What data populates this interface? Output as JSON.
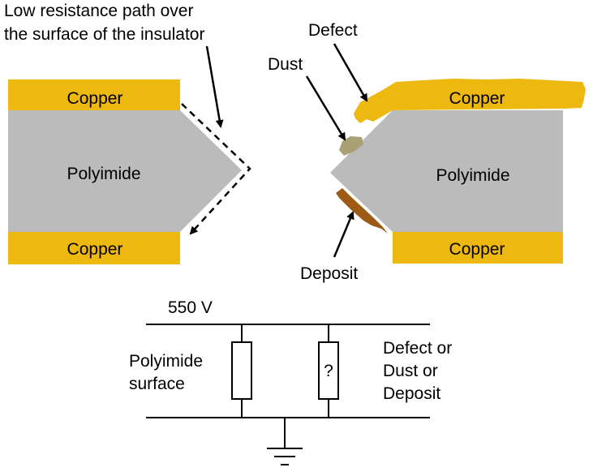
{
  "annotations": {
    "path_line1": "Low resistance path over",
    "path_line2": "the surface of the insulator",
    "defect": "Defect",
    "dust": "Dust",
    "deposit": "Deposit"
  },
  "left_electrode": {
    "top": "Copper",
    "middle": "Polyimide",
    "bottom": "Copper"
  },
  "right_electrode": {
    "top": "Copper",
    "middle": "Polyimide",
    "bottom": "Copper"
  },
  "circuit": {
    "voltage": "550 V",
    "left_label_line1": "Polyimide",
    "left_label_line2": "surface",
    "unknown_symbol": "?",
    "right_label_line1": "Defect or",
    "right_label_line2": "Dust or",
    "right_label_line3": "Deposit"
  },
  "colors": {
    "copper": "#EDB80F",
    "polyimide": "#BBBBBB",
    "dust": "#A9A073",
    "deposit": "#9C5A14"
  }
}
